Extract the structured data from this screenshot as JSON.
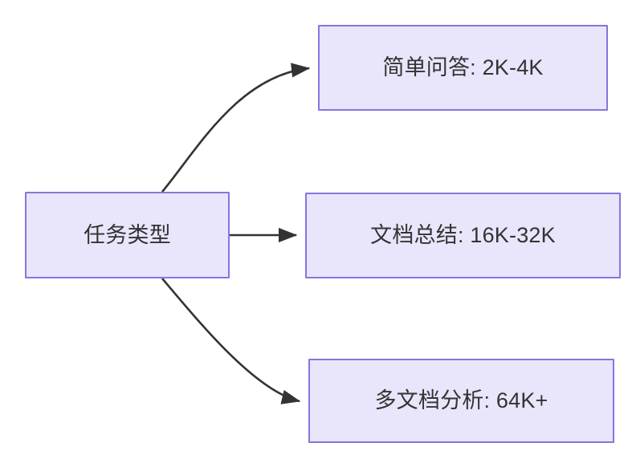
{
  "diagram": {
    "type": "flowchart",
    "direction": "left-to-right",
    "background_color": "#ffffff",
    "node_fill_color": "#e9e5fb",
    "node_border_color": "#8b73dd",
    "node_text_color": "#333333",
    "edge_color": "#333333",
    "nodes": [
      {
        "id": "root",
        "label": "任务类型"
      },
      {
        "id": "simple_qa",
        "label": "简单问答: 2K-4K"
      },
      {
        "id": "doc_summary",
        "label": "文档总结: 16K-32K"
      },
      {
        "id": "multi_doc",
        "label": "多文档分析: 64K+"
      }
    ],
    "edges": [
      {
        "from": "root",
        "to": "simple_qa",
        "label": "",
        "style": "curved-arrow"
      },
      {
        "from": "root",
        "to": "doc_summary",
        "label": "",
        "style": "straight-arrow"
      },
      {
        "from": "root",
        "to": "multi_doc",
        "label": "",
        "style": "curved-arrow"
      }
    ]
  }
}
